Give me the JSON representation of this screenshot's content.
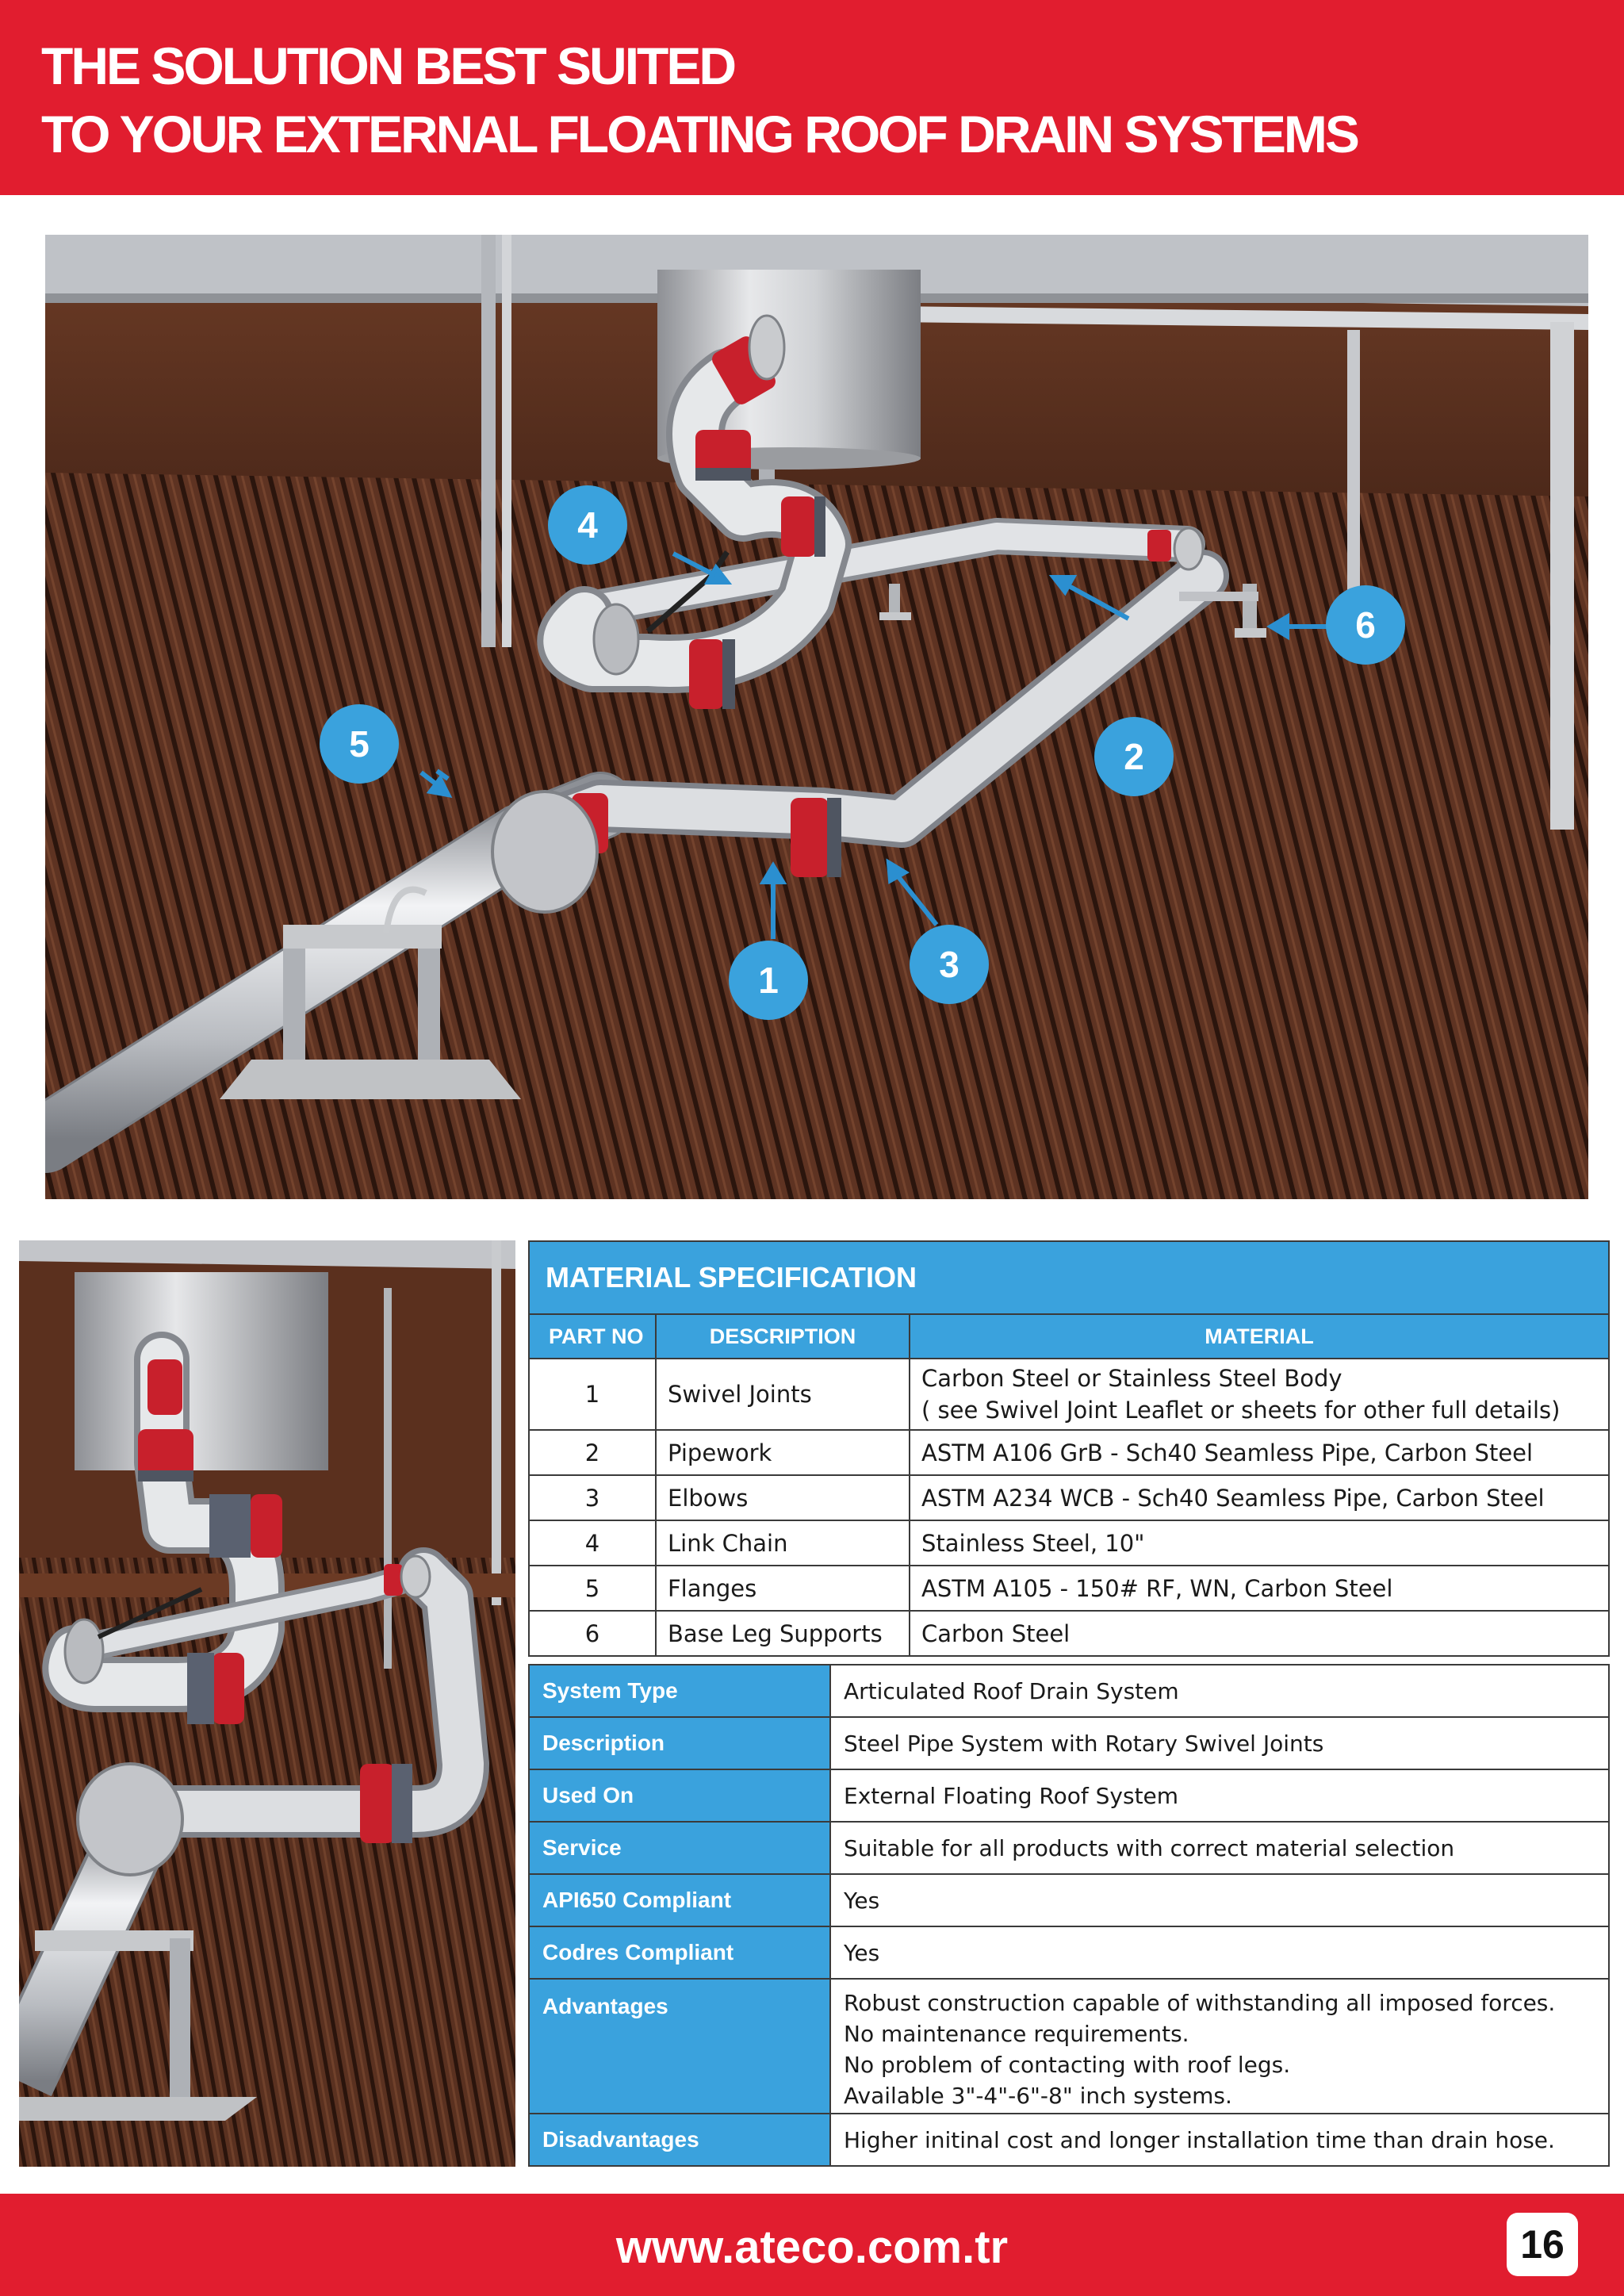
{
  "header": {
    "line1": "THE SOLUTION BEST SUITED",
    "line2": "TO YOUR EXTERNAL FLOATING ROOF DRAIN SYSTEMS"
  },
  "figure": {
    "callouts": [
      "1",
      "2",
      "3",
      "4",
      "5",
      "6"
    ]
  },
  "material_spec": {
    "title": "MATERIAL SPECIFICATION",
    "columns": [
      "PART NO",
      "DESCRIPTION",
      "MATERIAL"
    ],
    "rows": [
      {
        "no": "1",
        "description": "Swivel Joints",
        "material": "Carbon Steel or Stainless Steel Body",
        "material_note": "( see Swivel Joint Leaflet or sheets for other full details)"
      },
      {
        "no": "2",
        "description": "Pipework",
        "material": "ASTM A106 GrB - Sch40 Seamless Pipe, Carbon Steel"
      },
      {
        "no": "3",
        "description": "Elbows",
        "material": "ASTM A234 WCB - Sch40 Seamless Pipe, Carbon Steel"
      },
      {
        "no": "4",
        "description": "Link Chain",
        "material": "Stainless Steel, 10\""
      },
      {
        "no": "5",
        "description": "Flanges",
        "material": "ASTM A105 - 150#  RF, WN, Carbon Steel"
      },
      {
        "no": "6",
        "description": "Base Leg Supports",
        "material": "Carbon Steel"
      }
    ]
  },
  "system_info": {
    "rows": [
      {
        "label": "System Type",
        "value": "Articulated Roof Drain System"
      },
      {
        "label": "Description",
        "value": "Steel Pipe System with Rotary Swivel Joints"
      },
      {
        "label": "Used On",
        "value": "External Floating Roof System"
      },
      {
        "label": "Service",
        "value": "Suitable for all products with correct material selection"
      },
      {
        "label": "API650 Compliant",
        "value": "Yes"
      },
      {
        "label": "Codres Compliant",
        "value": "Yes"
      }
    ],
    "advantages_label": "Advantages",
    "advantages": [
      "Robust construction capable of withstanding all imposed forces.",
      "No maintenance requirements.",
      "No problem of contacting with roof legs.",
      "Available 3\"-4\"-6\"-8\" inch systems."
    ],
    "disadvantages_label": "Disadvantages",
    "disadvantages": "Higher initinal cost and longer installation time than drain hose."
  },
  "footer": {
    "url": "www.ateco.com.tr",
    "page": "16"
  },
  "colors": {
    "brand_red": "#e11d2f",
    "table_blue": "#3aa2dd",
    "callout_blue": "#3aa2dd",
    "joint_red": "#c8202c"
  }
}
